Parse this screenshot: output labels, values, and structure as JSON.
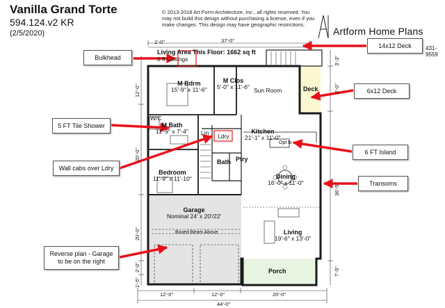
{
  "header": {
    "title": "Vanilla Grand Torte",
    "plan_id": "594.124.v2 KR",
    "date": "(2/5/2020)",
    "copyright": "© 2013-2018 Art Form Architecture, Inc., all rights reserved. You may not build this design without purchasing a license, even if you make changes. This design may have geographic restrictions.",
    "brand": "Artform Home Plans",
    "phone": "431-9559"
  },
  "plan": {
    "area_label": "Living Area This Floor: 1662 sq ft",
    "ceilings": "8 ft Ceilings",
    "rooms": {
      "m_bdrm": {
        "name": "M Bdrm",
        "size": "15'-9\" x 11'-6\""
      },
      "m_clos": {
        "name": "M Clos",
        "size": "5'-0\" x 11'-6\""
      },
      "sun_room": {
        "name": "Sun Room"
      },
      "deck": {
        "name": "Deck"
      },
      "m_bath": {
        "name": "M Bath",
        "size": "11'-9\" x 7'-4\""
      },
      "wic": {
        "name": "W/C"
      },
      "lin": {
        "name": "Lin"
      },
      "ldry": {
        "name": "Ldry"
      },
      "kitchen": {
        "name": "Kitchen",
        "size": "21'-1\" x 11'-0\""
      },
      "bath": {
        "name": "Bath"
      },
      "ptry": {
        "name": "Ptry"
      },
      "bedroom": {
        "name": "Bedroom",
        "size": "11'-9\" x 11'-10\""
      },
      "dining": {
        "name": "Dining",
        "size": "16'-0\" x 11'-0\""
      },
      "garage": {
        "name": "Garage",
        "size": "Nominal 24' x 20'/22'"
      },
      "living": {
        "name": "Living",
        "size": "19'-6\" x 13'-0\""
      },
      "porch": {
        "name": "Porch"
      }
    },
    "beam": "Boxed Beam Above",
    "opt_label": "Opt Is",
    "dims": {
      "top_total": "37'-0\"",
      "top_left": "1'-0\"",
      "bottom_total": "44'-0\"",
      "bottom_a": "12'-0\"",
      "bottom_b": "12'-0\"",
      "bottom_c": "20'-0\"",
      "left_a": "12'-0\"",
      "left_b": "20'-0\"",
      "left_c": "20'-0\"",
      "left_d": "2'-0\"",
      "left_e": "1'-5\"",
      "right_a": "3'-3\"",
      "right_b": "2'-0\"",
      "right_c": "36'-5\"",
      "right_d": "7'-5\""
    }
  },
  "callouts": {
    "bulkhead": "Bulkhead",
    "deck_14": "14x12 Deck",
    "deck_6": "6x12 Deck",
    "shower": "5 FT Tile Shower",
    "island": "6 FT Island",
    "cabs": "Wall cabs over Ldry",
    "transoms": "Transoms",
    "reverse": "Reverse plan - Garage to be on the right"
  },
  "colors": {
    "arrow": "#e8101a",
    "wall": "#1a1a1a",
    "garage_fill": "#e4e4e4",
    "deck_fill": "#fbf7d0",
    "porch_fill": "#e8f3e2"
  }
}
